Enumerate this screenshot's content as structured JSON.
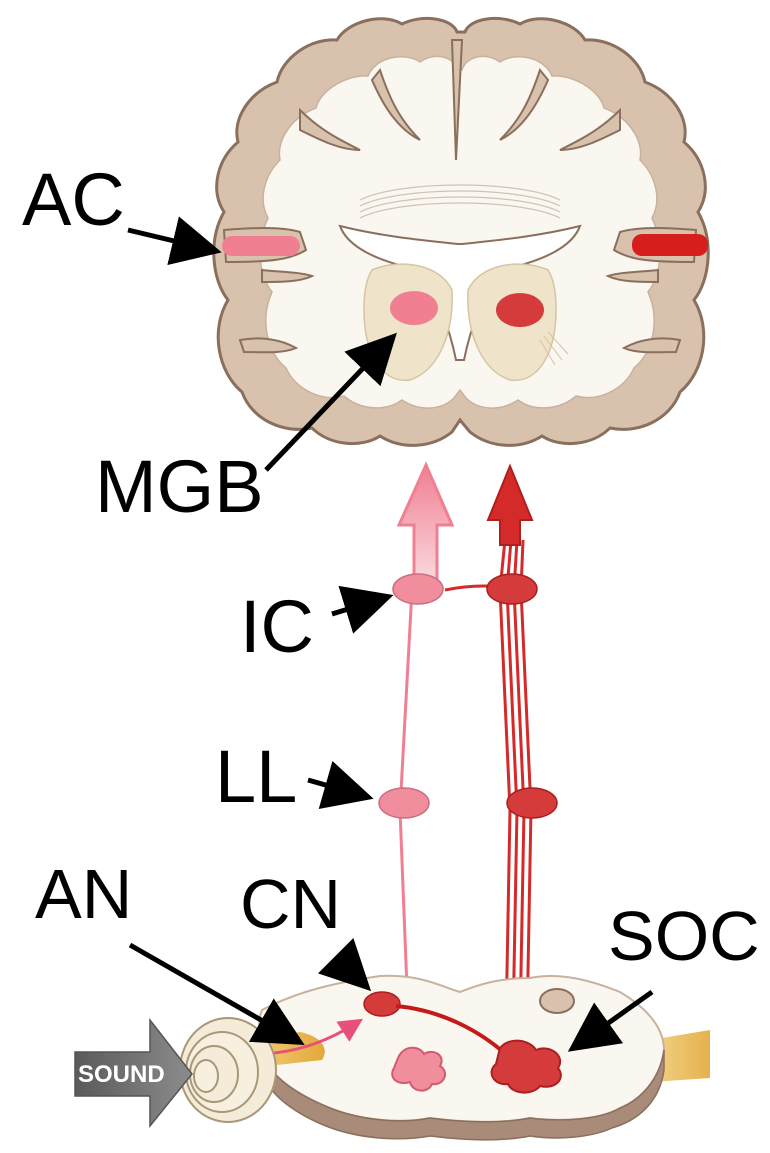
{
  "labels": {
    "ac": "AC",
    "mgb": "MGB",
    "ic": "IC",
    "ll": "LL",
    "an": "AN",
    "cn": "CN",
    "soc": "SOC",
    "sound": "SOUND"
  },
  "colors": {
    "ipsilateral": "#f07f92",
    "contralateral": "#d42a2a",
    "cortex": "#d9c2ad",
    "cortex_outline": "#8a6f5c",
    "white_matter": "#faf6f0",
    "thalamus": "#efe3c9",
    "nerve": "#e6b84f"
  }
}
